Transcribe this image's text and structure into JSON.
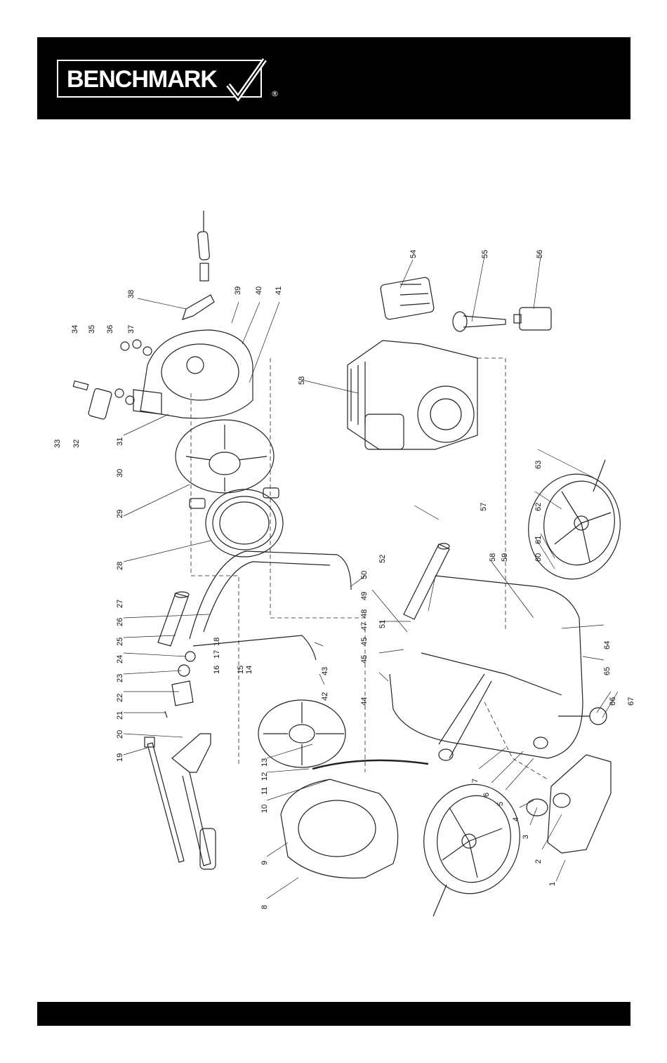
{
  "brand": {
    "logo_text": "BENCHMARK",
    "registered_mark": "®"
  },
  "colors": {
    "bar": "#000000",
    "line": "#222222"
  },
  "parts": {
    "labels": [
      "1",
      "2",
      "3",
      "4",
      "5",
      "6",
      "7",
      "8",
      "9",
      "10",
      "11",
      "12",
      "13",
      "14",
      "15",
      "16",
      "17",
      "18",
      "19",
      "20",
      "21",
      "22",
      "23",
      "24",
      "25",
      "26",
      "27",
      "28",
      "29",
      "30",
      "31",
      "32",
      "33",
      "34",
      "35",
      "36",
      "37",
      "38",
      "39",
      "40",
      "41",
      "42",
      "43",
      "44",
      "45",
      "45",
      "47",
      "48",
      "49",
      "50",
      "51",
      "52",
      "53",
      "54",
      "55",
      "56",
      "57",
      "58",
      "59",
      "60",
      "61",
      "62",
      "63",
      "64",
      "65",
      "66",
      "67"
    ]
  }
}
